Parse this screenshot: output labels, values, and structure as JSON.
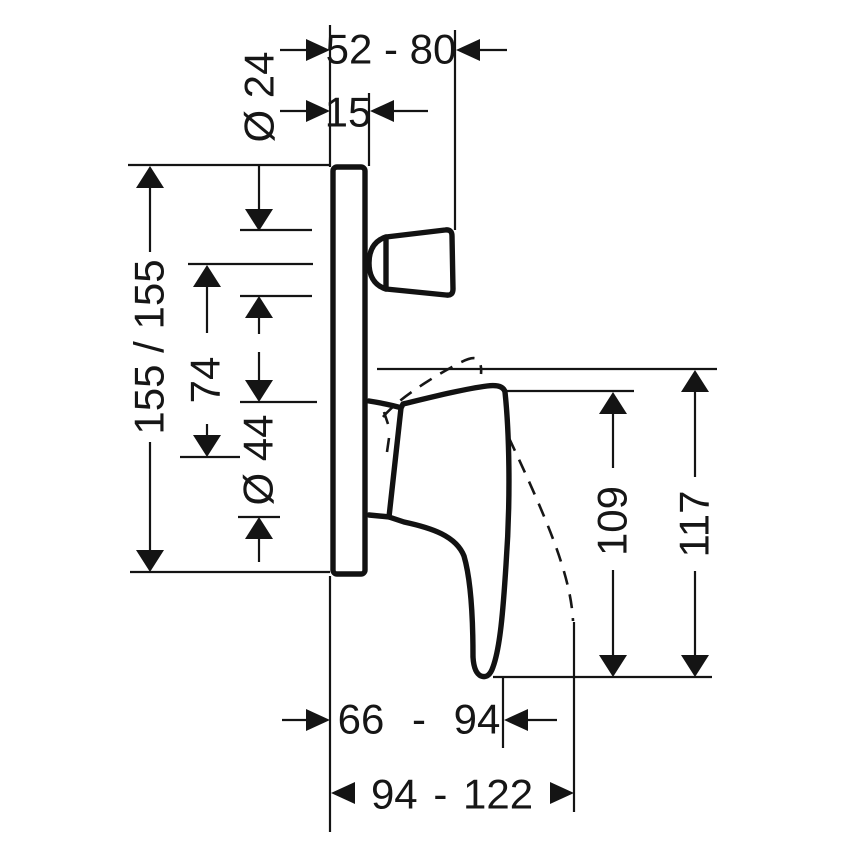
{
  "drawing": {
    "kind": "technical dimension drawing",
    "view": "side elevation of concealed single-lever mixer with small top knob on a wall plate"
  },
  "colors": {
    "line": "#141414",
    "background": "#ffffff"
  },
  "dims": {
    "d52_80": "52 - 80",
    "d15": "15",
    "dia24": "Ø 24",
    "d155": "155 / 155",
    "d74": "74",
    "dia44": "Ø 44",
    "d109": "109",
    "d117": "117",
    "d66_94": "66 - 94",
    "d94_122": "94 - 122"
  }
}
